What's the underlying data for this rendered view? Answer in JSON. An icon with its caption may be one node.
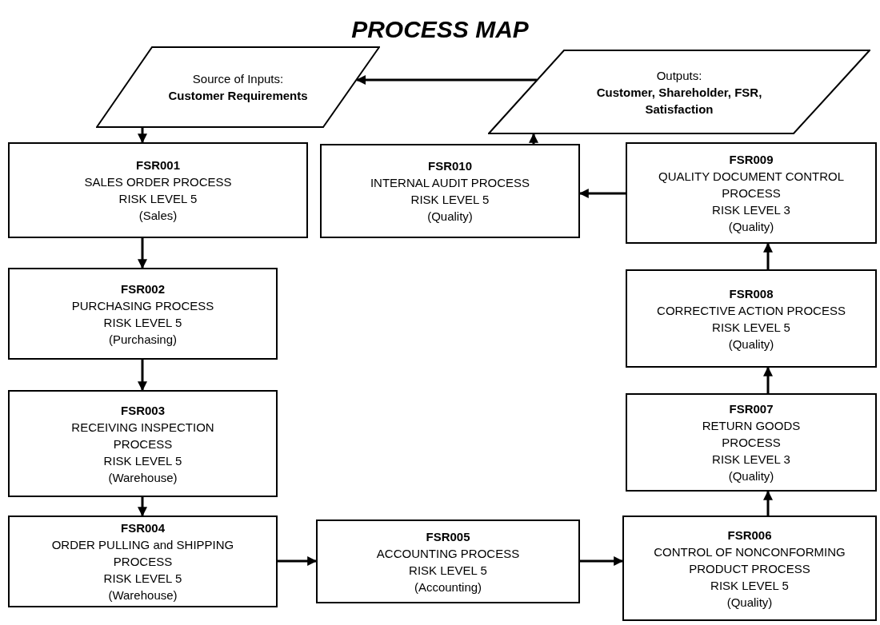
{
  "diagram": {
    "title": "PROCESS MAP",
    "nodes": [
      {
        "text": [
          "Source of Inputs:",
          "Customer Requirements"
        ]
      },
      {
        "text": [
          "Outputs:",
          "Customer, Shareholder, FSR, Satisfaction"
        ]
      },
      {
        "text": [
          "FSR001",
          "SALES ORDER PROCESS",
          "RISK LEVEL 5",
          "(Sales)"
        ]
      },
      {
        "text": [
          "FSR002",
          "PURCHASING PROCESS",
          "RISK LEVEL 5",
          "(Purchasing)"
        ]
      },
      {
        "text": [
          "FSR003",
          "RECEIVING INSPECTION PROCESS",
          "RISK LEVEL 5",
          "(Warehouse)"
        ]
      },
      {
        "text": [
          "FSR004",
          "ORDER PULLING and SHIPPING PROCESS",
          "RISK LEVEL 5",
          "(Warehouse)"
        ]
      },
      {
        "text": [
          "FSR005",
          "ACCOUNTING PROCESS",
          "RISK LEVEL 5",
          "(Accounting)"
        ]
      },
      {
        "text": [
          "FSR006",
          "CONTROL OF NONCONFORMING PRODUCT PROCESS",
          "RISK LEVEL 5",
          "(Quality)"
        ]
      },
      {
        "text": [
          "FSR007",
          "RETURN GOODS PROCESS",
          "RISK LEVEL 3",
          "(Quality)"
        ]
      },
      {
        "text": [
          "FSR008",
          "CORRECTIVE ACTION PROCESS",
          "RISK LEVEL 5",
          "(Quality)"
        ]
      },
      {
        "text": [
          "FSR009",
          "QUALITY DOCUMENT CONTROL PROCESS",
          "RISK LEVEL 3",
          "(Quality)"
        ]
      },
      {
        "text": [
          "FSR010",
          "INTERNAL AUDIT PROCESS",
          "RISK LEVEL 5",
          "(Quality)"
        ]
      }
    ],
    "edges": [
      {
        "from": 1,
        "to": 0,
        "arrow": "to"
      },
      {
        "from": 0,
        "to": 2,
        "arrow": "to"
      },
      {
        "from": 2,
        "to": 3,
        "arrow": "to"
      },
      {
        "from": 3,
        "to": 4,
        "arrow": "to"
      },
      {
        "from": 4,
        "to": 5,
        "arrow": "to"
      },
      {
        "from": 5,
        "to": 6,
        "arrow": "to"
      },
      {
        "from": 6,
        "to": 7,
        "arrow": "to"
      },
      {
        "from": 7,
        "to": 8,
        "arrow": "to"
      },
      {
        "from": 8,
        "to": 9,
        "arrow": "to"
      },
      {
        "from": 9,
        "to": 10,
        "arrow": "to"
      },
      {
        "from": 10,
        "to": 11,
        "arrow": "to"
      },
      {
        "from": 11,
        "to": 1,
        "arrow": "to"
      }
    ]
  }
}
